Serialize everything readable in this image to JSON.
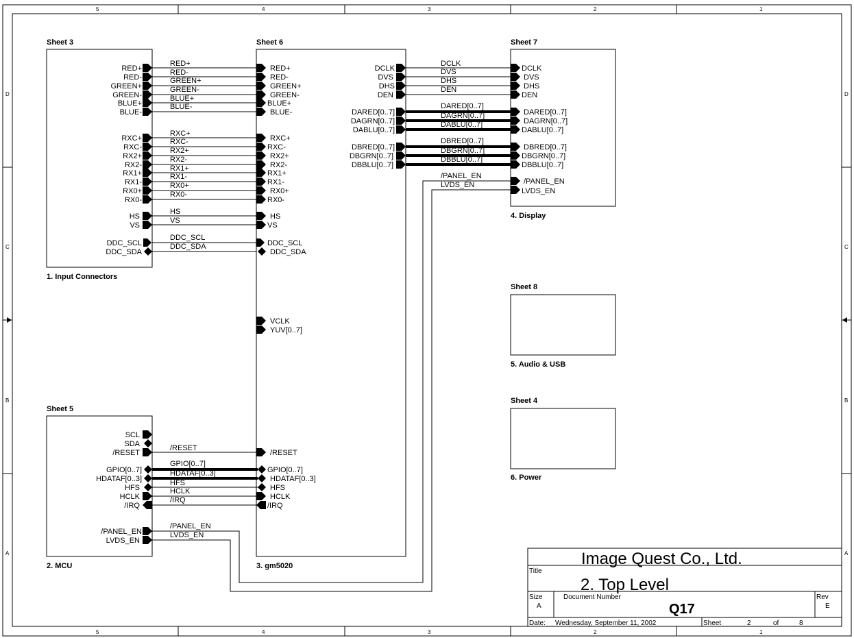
{
  "frame": {
    "col_labels": [
      "5",
      "4",
      "3",
      "2",
      "1"
    ],
    "row_labels": [
      "D",
      "C",
      "B",
      "A"
    ]
  },
  "sheets": {
    "sheet3": {
      "header": "Sheet 3",
      "caption": "1. Input Connectors",
      "pins": [
        "RED+",
        "RED-",
        "GREEN+",
        "GREEN-",
        "BLUE+",
        "BLUE-",
        "RXC+",
        "RXC-",
        "RX2+",
        "RX2-",
        "RX1+",
        "RX1-",
        "RX0+",
        "RX0-",
        "HS",
        "VS",
        "DDC_SCL",
        "DDC_SDA"
      ]
    },
    "sheet5": {
      "header": "Sheet 5",
      "caption": "2. MCU",
      "pins": [
        "SCL",
        "SDA",
        "/RESET",
        "GPIO[0..7]",
        "HDATAF[0..3]",
        "HFS",
        "HCLK",
        "/IRQ",
        "/PANEL_EN",
        "LVDS_EN"
      ]
    },
    "sheet6": {
      "header": "Sheet 6",
      "caption": "3. gm5020",
      "left_pins": [
        "RED+",
        "RED-",
        "GREEN+",
        "GREEN-",
        "BLUE+",
        "BLUE-",
        "RXC+",
        "RXC-",
        "RX2+",
        "RX2-",
        "RX1+",
        "RX1-",
        "RX0+",
        "RX0-",
        "HS",
        "VS",
        "DDC_SCL",
        "DDC_SDA",
        "VCLK",
        "YUV[0..7]",
        "/RESET",
        "GPIO[0..7]",
        "HDATAF[0..3]",
        "HFS",
        "HCLK",
        "/IRQ"
      ],
      "right_pins": [
        "DCLK",
        "DVS",
        "DHS",
        "DEN",
        "DARED[0..7]",
        "DAGRN[0..7]",
        "DABLU[0..7]",
        "DBRED[0..7]",
        "DBGRN[0..7]",
        "DBBLU[0..7]"
      ]
    },
    "sheet7": {
      "header": "Sheet 7",
      "caption": "4. Display",
      "pins": [
        "DCLK",
        "DVS",
        "DHS",
        "DEN",
        "DARED[0..7]",
        "DAGRN[0..7]",
        "DABLU[0..7]",
        "DBRED[0..7]",
        "DBGRN[0..7]",
        "DBBLU[0..7]",
        "/PANEL_EN",
        "LVDS_EN"
      ]
    },
    "sheet8": {
      "header": "Sheet 8",
      "caption": "5. Audio & USB"
    },
    "sheet4": {
      "header": "Sheet 4",
      "caption": "6. Power"
    }
  },
  "nets": {
    "input_to_gm": [
      "RED+",
      "RED-",
      "GREEN+",
      "GREEN-",
      "BLUE+",
      "BLUE-",
      "RXC+",
      "RXC-",
      "RX2+",
      "RX2-",
      "RX1+",
      "RX1-",
      "RX0+",
      "RX0-",
      "HS",
      "VS",
      "DDC_SCL",
      "DDC_SDA"
    ],
    "mcu_to_gm": [
      "/RESET",
      "GPIO[0..7]",
      "HDATAF[0..3]",
      "HFS",
      "HCLK",
      "/IRQ"
    ],
    "gm_to_display": [
      "DCLK",
      "DVS",
      "DHS",
      "DEN",
      "DARED[0..7]",
      "DAGRN[0..7]",
      "DABLU[0..7]",
      "DBRED[0..7]",
      "DBGRN[0..7]",
      "DBBLU[0..7]"
    ],
    "mcu_to_display": [
      "/PANEL_EN",
      "LVDS_EN"
    ],
    "mcu_to_display_right": [
      "/PANEL_EN",
      "LVDS_EN"
    ]
  },
  "title_block": {
    "company": "Image Quest Co., Ltd.",
    "title_label": "Title",
    "title": "2. Top Level",
    "size_label": "Size",
    "size": "A",
    "docnum_label": "Document Number",
    "docnum": "Q17",
    "rev_label": "Rev",
    "rev": "E",
    "date_label": "Date:",
    "date": "Wednesday, September 11, 2002",
    "sheet_label": "Sheet",
    "sheet_num": "2",
    "of_label": "of",
    "sheet_total": "8"
  }
}
